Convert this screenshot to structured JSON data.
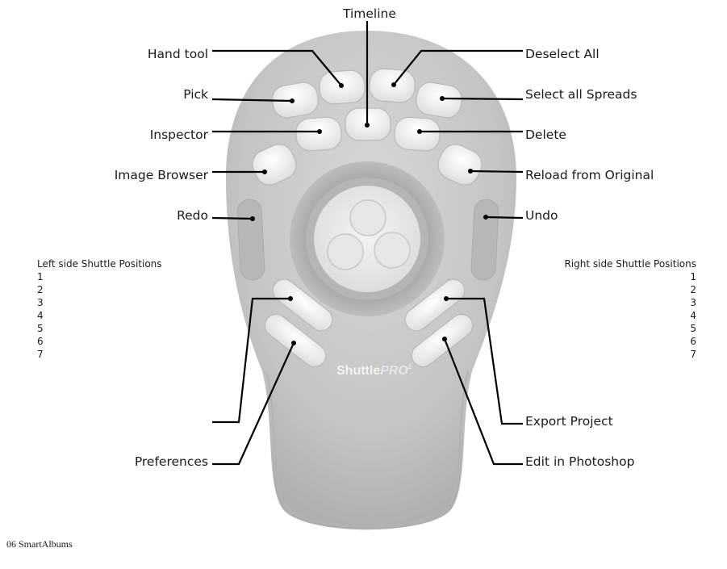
{
  "device": {
    "brand_main": "Shuttle",
    "brand_accent": "PRO",
    "brand_sup": "2",
    "body_color": "#c8cac7",
    "body_dark": "#a6a8a5",
    "button_color": "#f1f2f0"
  },
  "labels": {
    "timeline": "Timeline",
    "hand_tool": "Hand tool",
    "deselect_all": "Deselect All",
    "pick": "Pick",
    "select_all_spreads": "Select all Spreads",
    "inspector": "Inspector",
    "delete": "Delete",
    "image_browser": "Image Browser",
    "reload_from_original": "Reload from Original",
    "redo": "Redo",
    "undo": "Undo",
    "export_project": "Export Project",
    "preferences": "Preferences",
    "edit_in_photoshop": "Edit in Photoshop"
  },
  "left_side": {
    "title": "Left side Shuttle Positions",
    "positions": [
      "1",
      "2",
      "3",
      "4",
      "5",
      "6",
      "7"
    ]
  },
  "right_side": {
    "title": "Right side Shuttle Positions",
    "positions": [
      "1",
      "2",
      "3",
      "4",
      "5",
      "6",
      "7"
    ]
  },
  "footer": "06 SmartAlbums",
  "line_color": "#000000"
}
